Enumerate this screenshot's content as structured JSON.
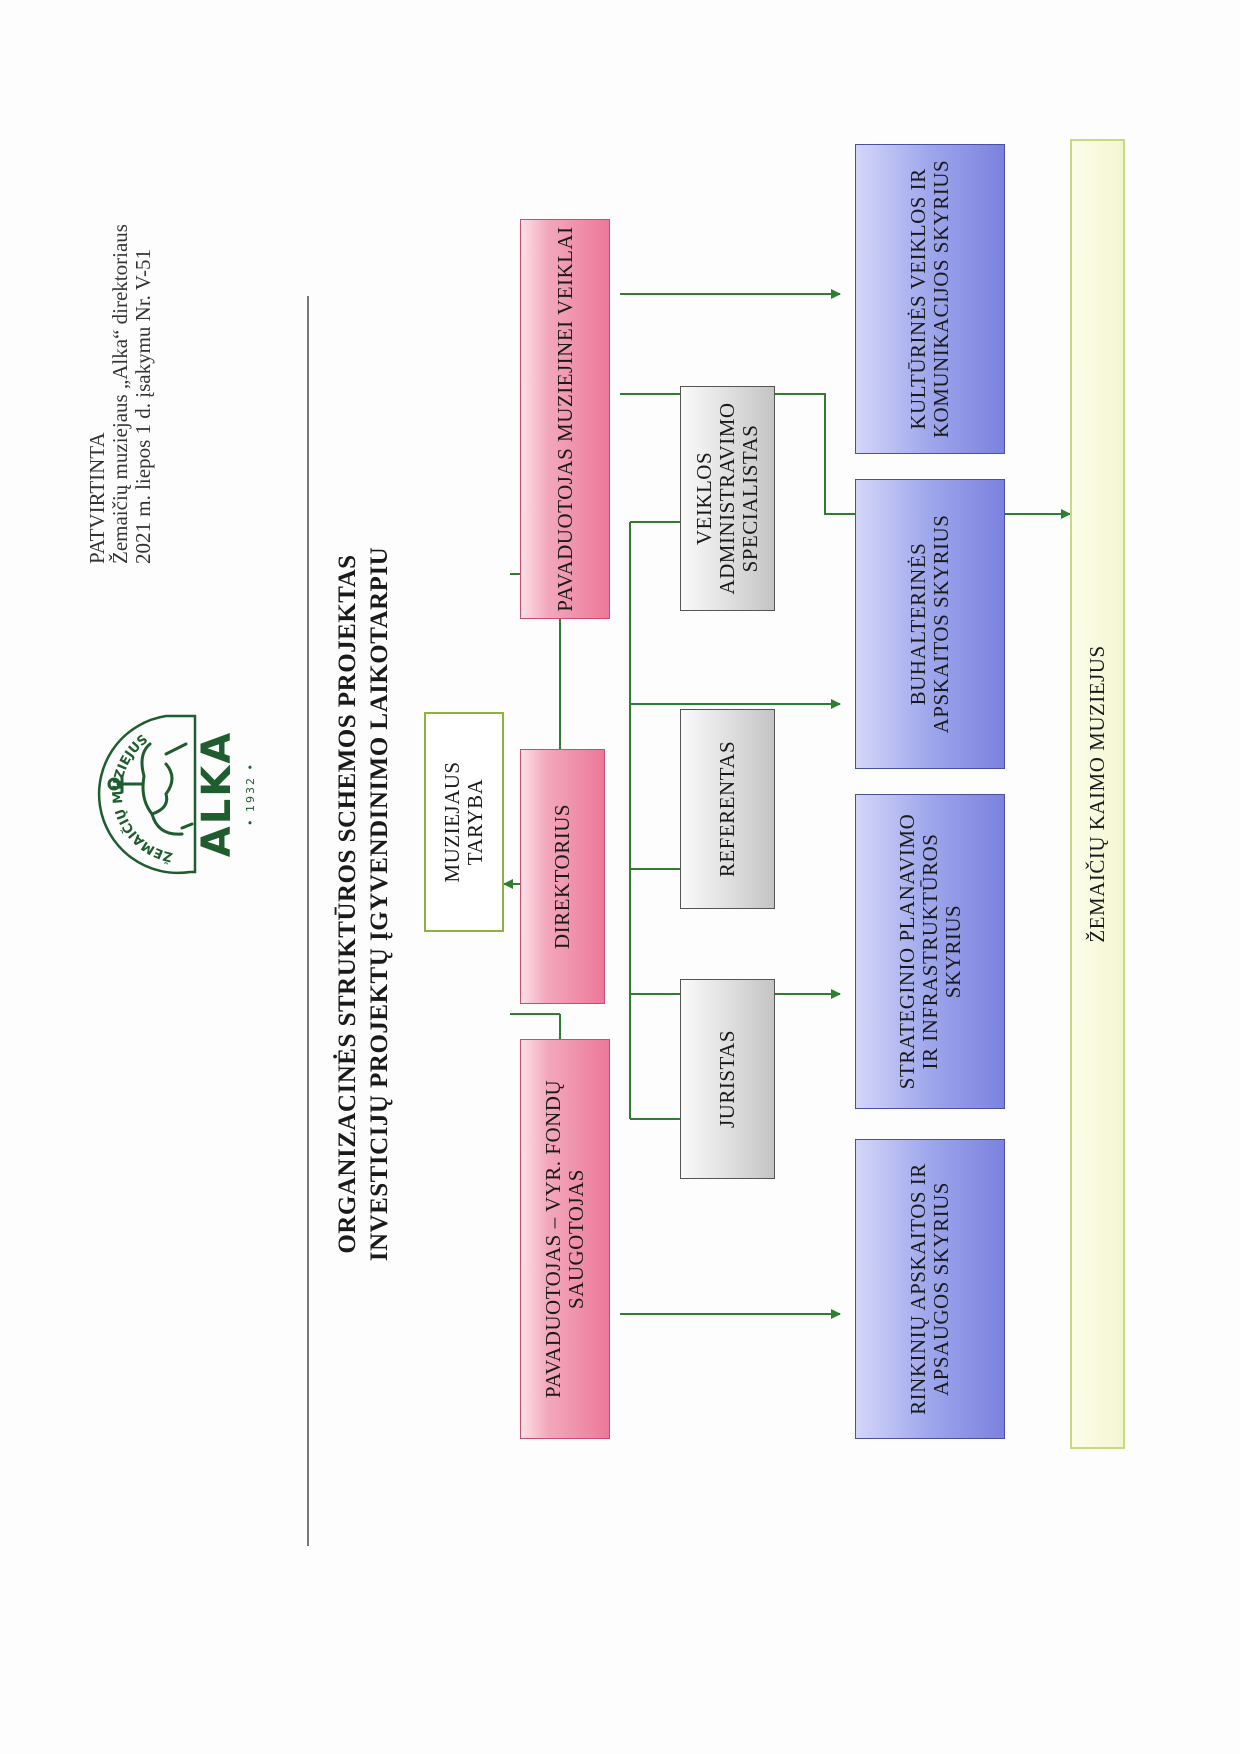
{
  "approval": {
    "line1": "PATVIRTINTA",
    "line2": "Žemaičių muziejaus „Alka“ direktoriaus",
    "line3": "2021 m. liepos 1 d. įsakymu Nr. V-51"
  },
  "logo": {
    "ring_text": "ŽEMAIČIŲ MUZIEJUS",
    "brand": "ALKA",
    "year": "• 1932 •"
  },
  "title": {
    "line1": "ORGANIZACINĖS STRUKTŪROS SCHEMOS PROJEKTAS",
    "line2": "INVESTICIJŲ PROJEKTŲ ĮGYVENDINIMO LAIKOTARPIU"
  },
  "nodes": {
    "council": "MUZIEJAUS TARYBA",
    "director": "DIREKTORIUS",
    "deputy_left": "PAVADUOTOJAS – VYR. FONDŲ SAUGOTOJAS",
    "deputy_right": "PAVADUOTOJAS MUZIEJINEI VEIKLAI",
    "lawyer": "JURISTAS",
    "referent": "REFERENTAS",
    "admin_specialist": "VEIKLOS ADMINISTRAVIMO SPECIALISTAS",
    "collections": "RINKINIŲ APSKAITOS IR APSAUGOS SKYRIUS",
    "strategic": "STRATEGINIO PLANAVIMO IR INFRASTRUKTŪROS SKYRIUS",
    "accounting": "BUHALTERINĖS APSKAITOS SKYRIUS",
    "cultural": "KULTŪRINĖS VEIKLOS IR KOMUNIKACIJOS SKYRIUS",
    "village_museum": "ŽEMAIČIŲ KAIMO MUZIEJUS"
  },
  "colors": {
    "connector": "#2e7d32",
    "council_border": "#8db33f",
    "logo_green": "#1f5c2e"
  }
}
